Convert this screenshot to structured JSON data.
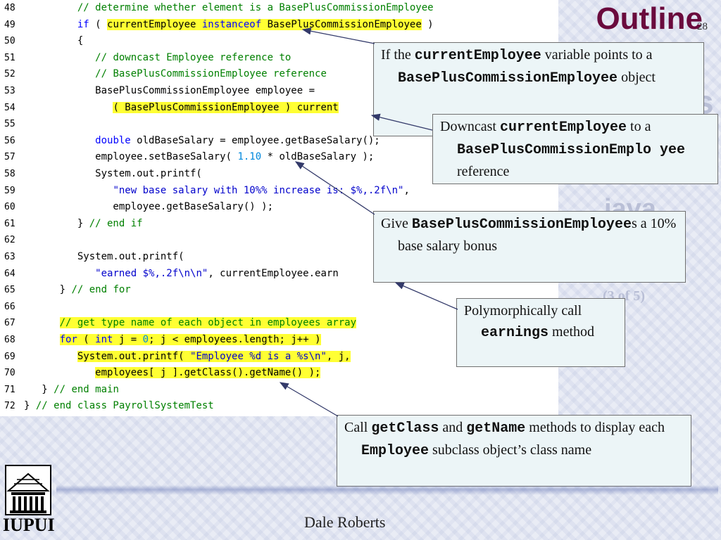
{
  "header": {
    "title": "Outline",
    "page_number": "28"
  },
  "code_lines": [
    {
      "num": "48",
      "segments": [
        {
          "text": "         ",
          "style": ""
        },
        {
          "text": "// determine whether element is a BasePlusCommissionEmployee",
          "style": "cm"
        }
      ]
    },
    {
      "num": "49",
      "segments": [
        {
          "text": "         ",
          "style": ""
        },
        {
          "text": "if",
          "style": "kw"
        },
        {
          "text": " ( ",
          "style": ""
        },
        {
          "text": "currentEmployee ",
          "style": "hl"
        },
        {
          "text": "instanceof",
          "style": "hl kw"
        },
        {
          "text": " BasePlusCommissionEmployee",
          "style": "hl"
        },
        {
          "text": " )",
          "style": ""
        }
      ]
    },
    {
      "num": "50",
      "segments": [
        {
          "text": "         {",
          "style": ""
        }
      ]
    },
    {
      "num": "51",
      "segments": [
        {
          "text": "            ",
          "style": ""
        },
        {
          "text": "// downcast Employee reference to",
          "style": "cm"
        }
      ]
    },
    {
      "num": "52",
      "segments": [
        {
          "text": "            ",
          "style": ""
        },
        {
          "text": "// BasePlusCommissionEmployee reference",
          "style": "cm"
        }
      ]
    },
    {
      "num": "53",
      "segments": [
        {
          "text": "            BasePlusCommissionEmployee employee =",
          "style": ""
        }
      ]
    },
    {
      "num": "54",
      "segments": [
        {
          "text": "               ",
          "style": ""
        },
        {
          "text": "( BasePlusCommissionEmployee ) current",
          "style": "hl"
        }
      ]
    },
    {
      "num": "55",
      "segments": []
    },
    {
      "num": "56",
      "segments": [
        {
          "text": "            ",
          "style": ""
        },
        {
          "text": "double",
          "style": "kw"
        },
        {
          "text": " oldBaseSalary = employee.getBaseSalary();",
          "style": ""
        }
      ]
    },
    {
      "num": "57",
      "segments": [
        {
          "text": "            employee.setBaseSalary( ",
          "style": ""
        },
        {
          "text": "1.10",
          "style": "num"
        },
        {
          "text": " * oldBaseSalary );",
          "style": ""
        }
      ]
    },
    {
      "num": "58",
      "segments": [
        {
          "text": "            System.out.printf(",
          "style": ""
        }
      ]
    },
    {
      "num": "59",
      "segments": [
        {
          "text": "               ",
          "style": ""
        },
        {
          "text": "\"new base salary with 10%% increase is: $%,.2f\\n\"",
          "style": "st"
        },
        {
          "text": ",",
          "style": ""
        }
      ]
    },
    {
      "num": "60",
      "segments": [
        {
          "text": "               employee.getBaseSalary() );",
          "style": ""
        }
      ]
    },
    {
      "num": "61",
      "segments": [
        {
          "text": "         } ",
          "style": ""
        },
        {
          "text": "// end if",
          "style": "cm"
        }
      ]
    },
    {
      "num": "62",
      "segments": []
    },
    {
      "num": "63",
      "segments": [
        {
          "text": "         System.out.printf(",
          "style": ""
        }
      ]
    },
    {
      "num": "64",
      "segments": [
        {
          "text": "            ",
          "style": ""
        },
        {
          "text": "\"earned $%,.2f\\n\\n\"",
          "style": "st"
        },
        {
          "text": ", currentEmployee.earn",
          "style": ""
        }
      ]
    },
    {
      "num": "65",
      "segments": [
        {
          "text": "      } ",
          "style": ""
        },
        {
          "text": "// end for",
          "style": "cm"
        }
      ]
    },
    {
      "num": "66",
      "segments": []
    },
    {
      "num": "67",
      "segments": [
        {
          "text": "      ",
          "style": ""
        },
        {
          "text": "// get type name of each object in employees array",
          "style": "hl cm"
        }
      ]
    },
    {
      "num": "68",
      "segments": [
        {
          "text": "      ",
          "style": ""
        },
        {
          "text": "for",
          "style": "hl kw"
        },
        {
          "text": " ( ",
          "style": "hl"
        },
        {
          "text": "int",
          "style": "hl kw"
        },
        {
          "text": " j = ",
          "style": "hl"
        },
        {
          "text": "0",
          "style": "hl num"
        },
        {
          "text": "; j < employees.length; j++ )",
          "style": "hl"
        }
      ]
    },
    {
      "num": "69",
      "segments": [
        {
          "text": "         ",
          "style": ""
        },
        {
          "text": "System.out.printf( ",
          "style": "hl"
        },
        {
          "text": "\"Employee %d is a %s\\n\"",
          "style": "hl st"
        },
        {
          "text": ", j,",
          "style": "hl"
        }
      ]
    },
    {
      "num": "70",
      "segments": [
        {
          "text": "            ",
          "style": ""
        },
        {
          "text": "employees[ j ].getClass().getName() );",
          "style": "hl"
        }
      ]
    },
    {
      "num": "71",
      "segments": [
        {
          "text": "   } ",
          "style": ""
        },
        {
          "text": "// end main",
          "style": "cm"
        }
      ]
    },
    {
      "num": "72",
      "segments": [
        {
          "text": "} ",
          "style": ""
        },
        {
          "text": "// end class PayrollSystemTest",
          "style": "cm"
        }
      ]
    }
  ],
  "callouts": [
    {
      "id": "if-instanceof",
      "segments": [
        {
          "text": "If the ",
          "mono": false
        },
        {
          "text": "currentEmployee",
          "mono": true
        },
        {
          "text": " variable points to a ",
          "mono": false
        },
        {
          "text": "BasePlusCommissionEmployee",
          "mono": true
        },
        {
          "text": " object",
          "mono": false
        }
      ]
    },
    {
      "id": "downcast",
      "segments": [
        {
          "text": "Downcast ",
          "mono": false
        },
        {
          "text": "currentEmployee",
          "mono": true
        },
        {
          "text": " to a ",
          "mono": false
        },
        {
          "text": "BasePlusCommissionEmplo yee",
          "mono": true
        },
        {
          "text": " reference",
          "mono": false
        }
      ]
    },
    {
      "id": "bonus",
      "segments": [
        {
          "text": "Give ",
          "mono": false
        },
        {
          "text": "BasePlusCommissionEmployee",
          "mono": true
        },
        {
          "text": "s a 10% base salary bonus",
          "mono": false
        }
      ]
    },
    {
      "id": "earnings",
      "segments": [
        {
          "text": "Polymorphically call ",
          "mono": false
        },
        {
          "text": "earnings",
          "mono": true
        },
        {
          "text": " method",
          "mono": false
        }
      ]
    },
    {
      "id": "getclass",
      "segments": [
        {
          "text": "Call ",
          "mono": false
        },
        {
          "text": "getClass",
          "mono": true
        },
        {
          "text": " and ",
          "mono": false
        },
        {
          "text": "getName",
          "mono": true
        },
        {
          "text": " methods to display each ",
          "mono": false
        },
        {
          "text": "Employee",
          "mono": true
        },
        {
          "text": " subclass object’s class name",
          "mono": false
        }
      ]
    }
  ],
  "background_fragments": {
    "java": "java",
    "s_glyph": "s",
    "paren": "(3 of 5)"
  },
  "footer": {
    "author": "Dale Roberts",
    "logo_text": "IUPUI"
  },
  "colors": {
    "title": "#6a0a3d",
    "highlight": "#ffff33",
    "comment": "#008000",
    "keyword": "#0000ff",
    "string": "#0000cc",
    "callout_bg": "#ecf5f7"
  }
}
